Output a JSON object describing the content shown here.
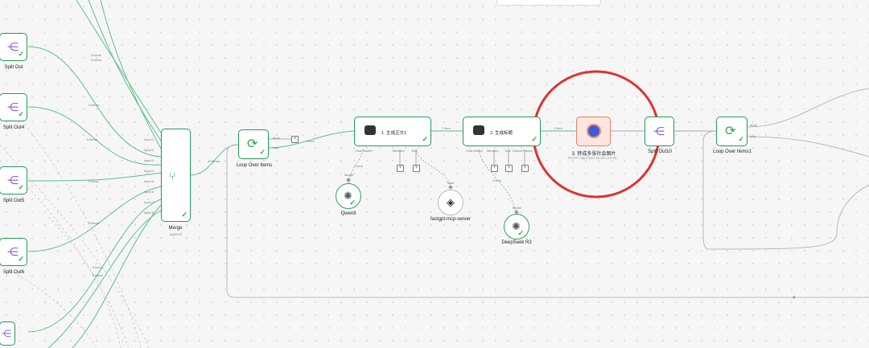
{
  "nodes": {
    "split_out": "Split Out",
    "split_out4": "Split Out4",
    "split_out5": "Split Out5",
    "split_out6": "Split Out6",
    "merge": {
      "label": "Merge",
      "sub": "append"
    },
    "merge_inputs": [
      "Input 1",
      "Input 2",
      "Input 3",
      "Input 4",
      "Input 5",
      "Input 6",
      "Input 7",
      "Input 8"
    ],
    "loop1": {
      "label": "Loop Over Items",
      "done": "done",
      "loop": "loop"
    },
    "agent1": {
      "label": "1. 生成正文1",
      "ports": [
        "Chat Model*",
        "Memory",
        "Tool"
      ]
    },
    "agent2": {
      "label": "2. 生成标题",
      "ports": [
        "Chat Model",
        "Memory",
        "Tool",
        "Output Parser"
      ]
    },
    "http": {
      "label": "3. 转成多张社会图片",
      "sub": "POST: http://192.53.83.113:83..."
    },
    "split_out10": "Split Out10",
    "loop2": {
      "label": "Loop Over Items1",
      "done": "done",
      "loop": "loop"
    },
    "qwen": {
      "label": "Qwen3",
      "port": "Model"
    },
    "mcp": {
      "label": "fastgpt-mcp-server",
      "port": "Tools"
    },
    "deepseek": {
      "label": "DeepSeek R2",
      "port": "Model"
    }
  },
  "edges": {
    "item1": "1 item",
    "items5": "5 items",
    "items40": "40 items",
    "items5_upper": "5 items"
  },
  "icons": {
    "split": "split-out-icon",
    "merge": "merge-icon",
    "loop": "refresh-icon",
    "agent": "robot-icon",
    "http": "globe-icon",
    "llm": "openai-icon",
    "mcp": "mcp-icon"
  },
  "colors": {
    "accent": "#1f9d55",
    "highlight": "#e0322f",
    "selected": "#e0836b"
  }
}
